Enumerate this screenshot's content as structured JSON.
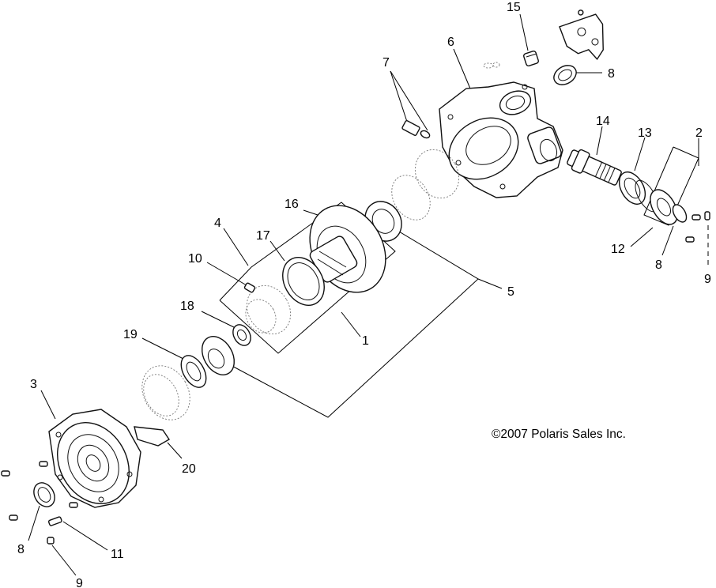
{
  "diagram": {
    "copyright": "©2007  Polaris Sales Inc.",
    "callouts": {
      "c1": "1",
      "c2": "2",
      "c3": "3",
      "c4": "4",
      "c5": "5",
      "c6": "6",
      "c7": "7",
      "c8a": "8",
      "c8b": "8",
      "c8c": "8",
      "c9a": "9",
      "c9b": "9",
      "c10": "10",
      "c11": "11",
      "c12": "12",
      "c13": "13",
      "c14": "14",
      "c15": "15",
      "c16": "16",
      "c17": "17",
      "c18": "18",
      "c19": "19",
      "c20": "20"
    }
  }
}
